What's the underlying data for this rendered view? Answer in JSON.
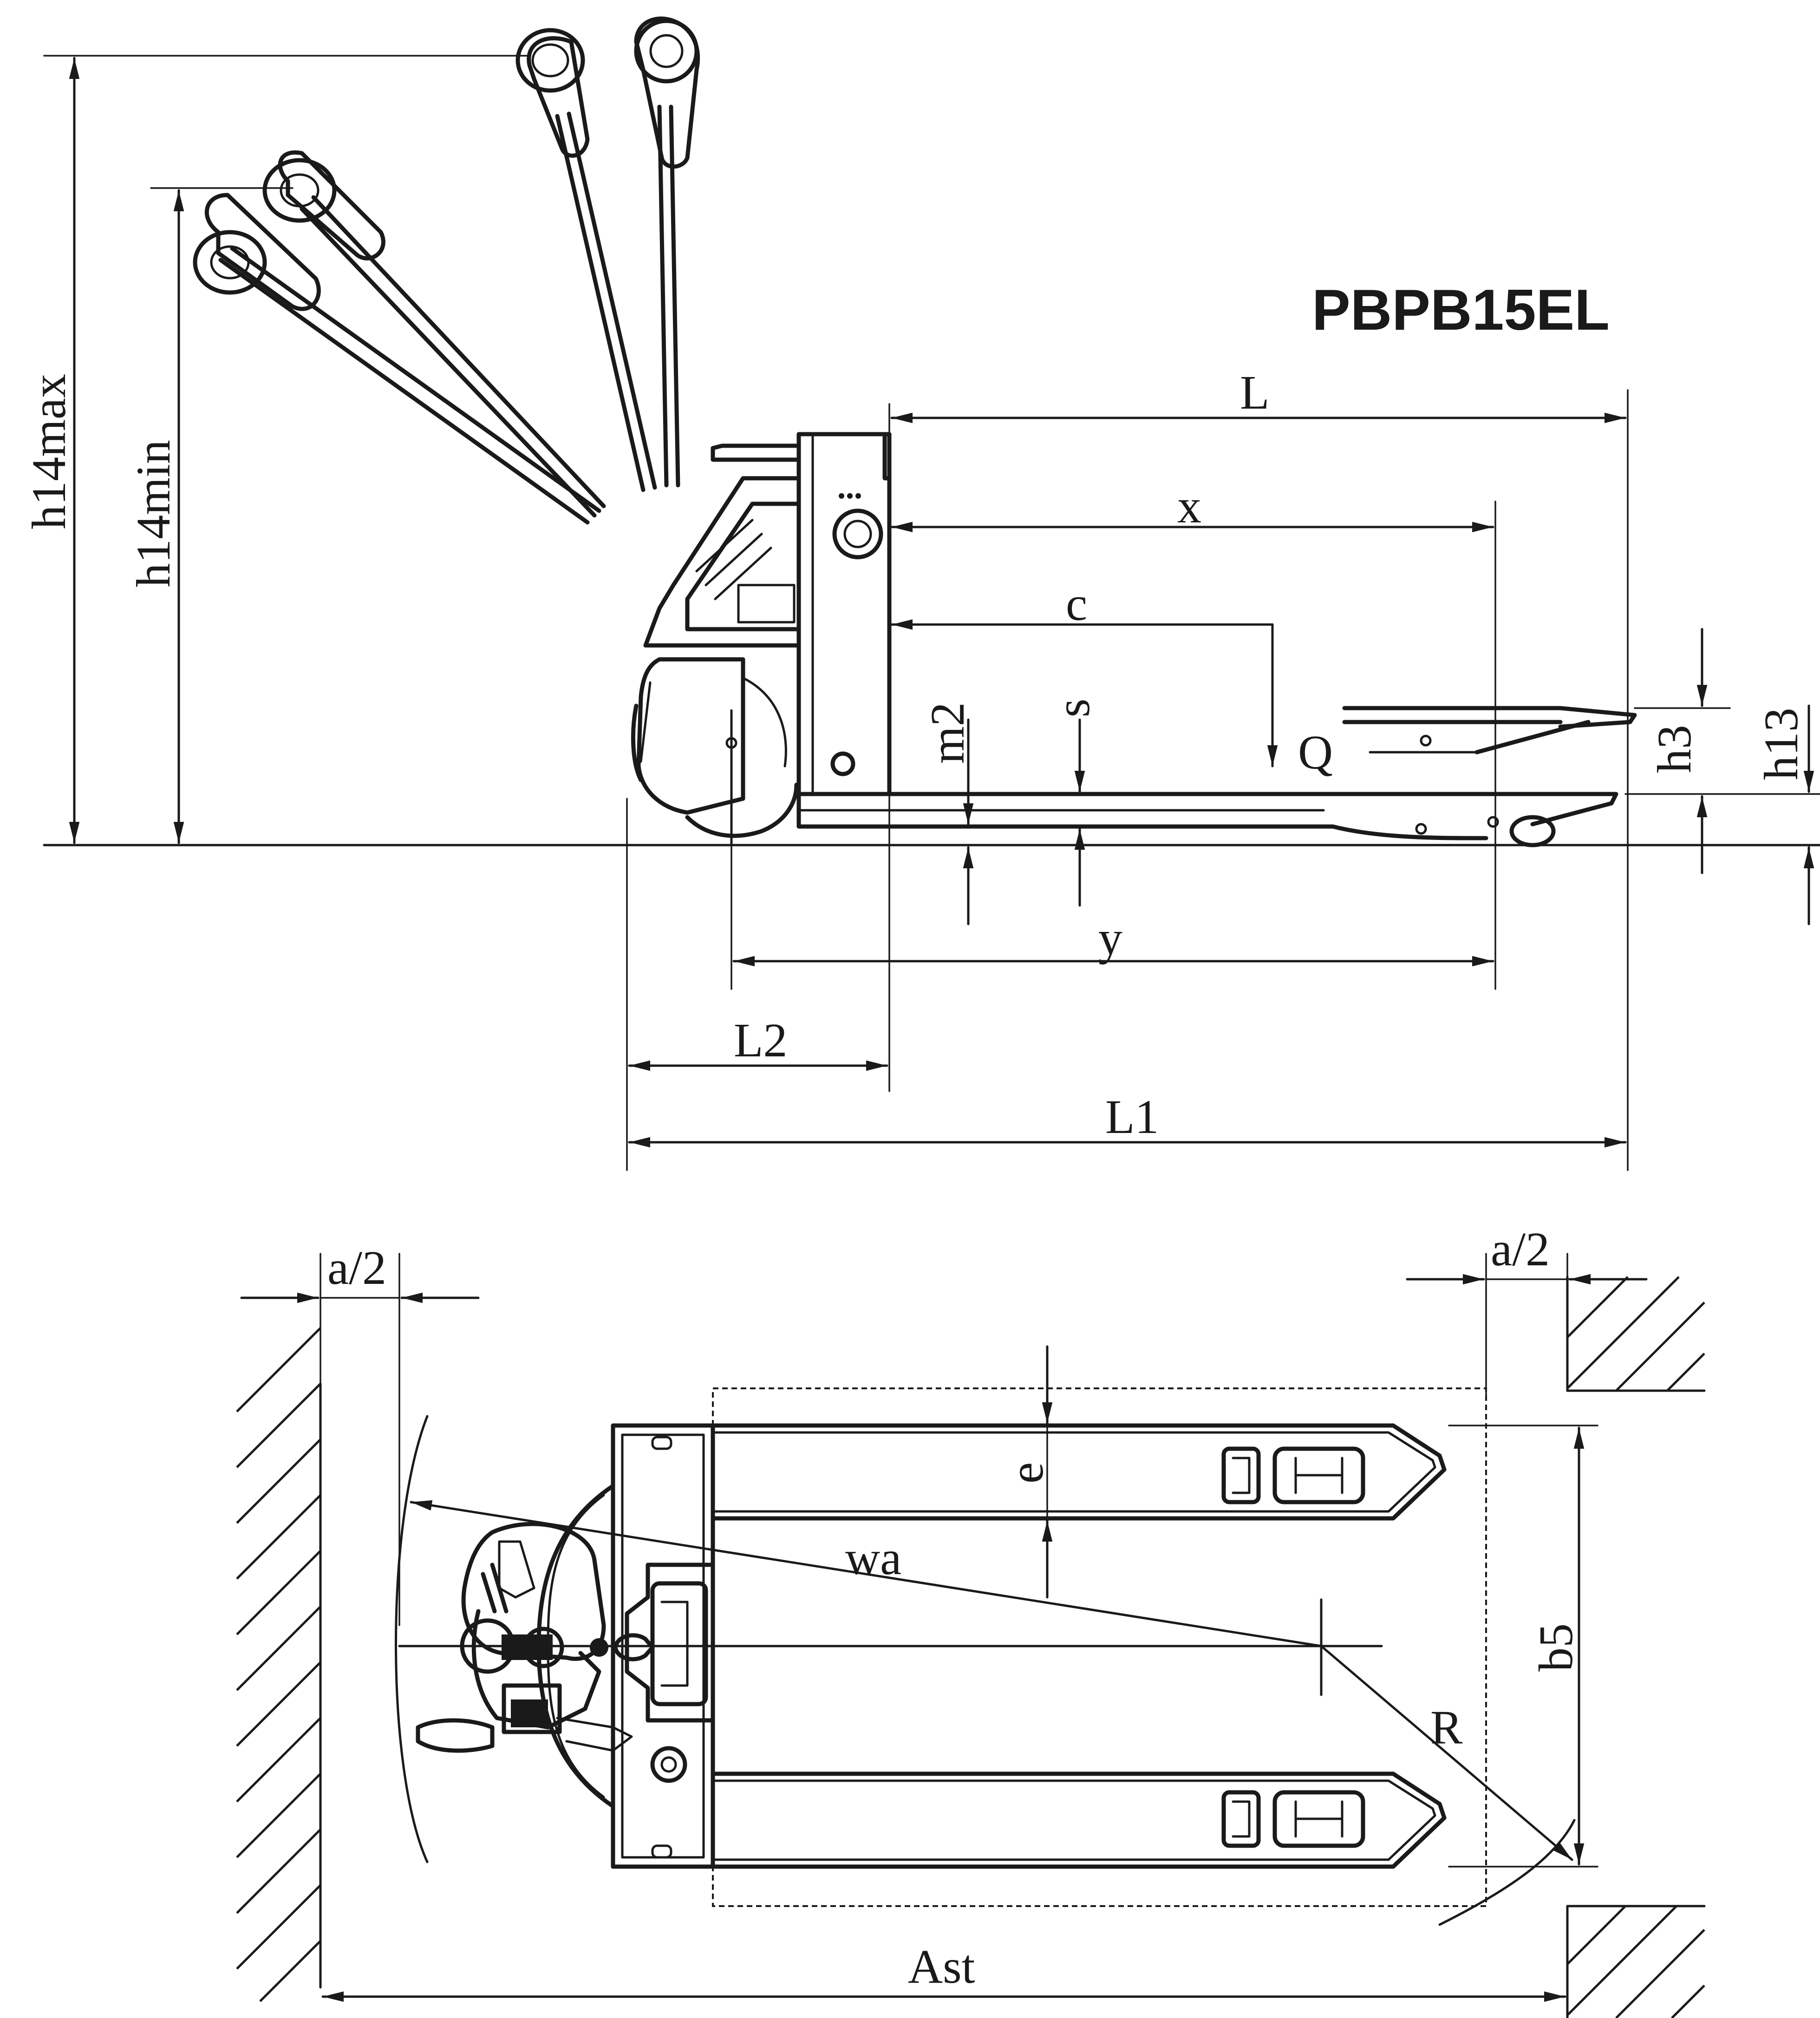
{
  "model": "PBPB15EL",
  "side_view": {
    "labels": {
      "L": "L",
      "x": "x",
      "c": "c",
      "Q": "Q",
      "s": "s",
      "m2": "m2",
      "h3": "h3",
      "h13": "h13",
      "y": "y",
      "L2": "L2",
      "L1": "L1",
      "h14max": "h14max",
      "h14min": "h14min"
    }
  },
  "top_view": {
    "labels": {
      "a2_left": "a/2",
      "a2_right": "a/2",
      "e": "e",
      "wa": "wa",
      "b5": "b5",
      "R": "R",
      "Ast": "Ast"
    }
  }
}
